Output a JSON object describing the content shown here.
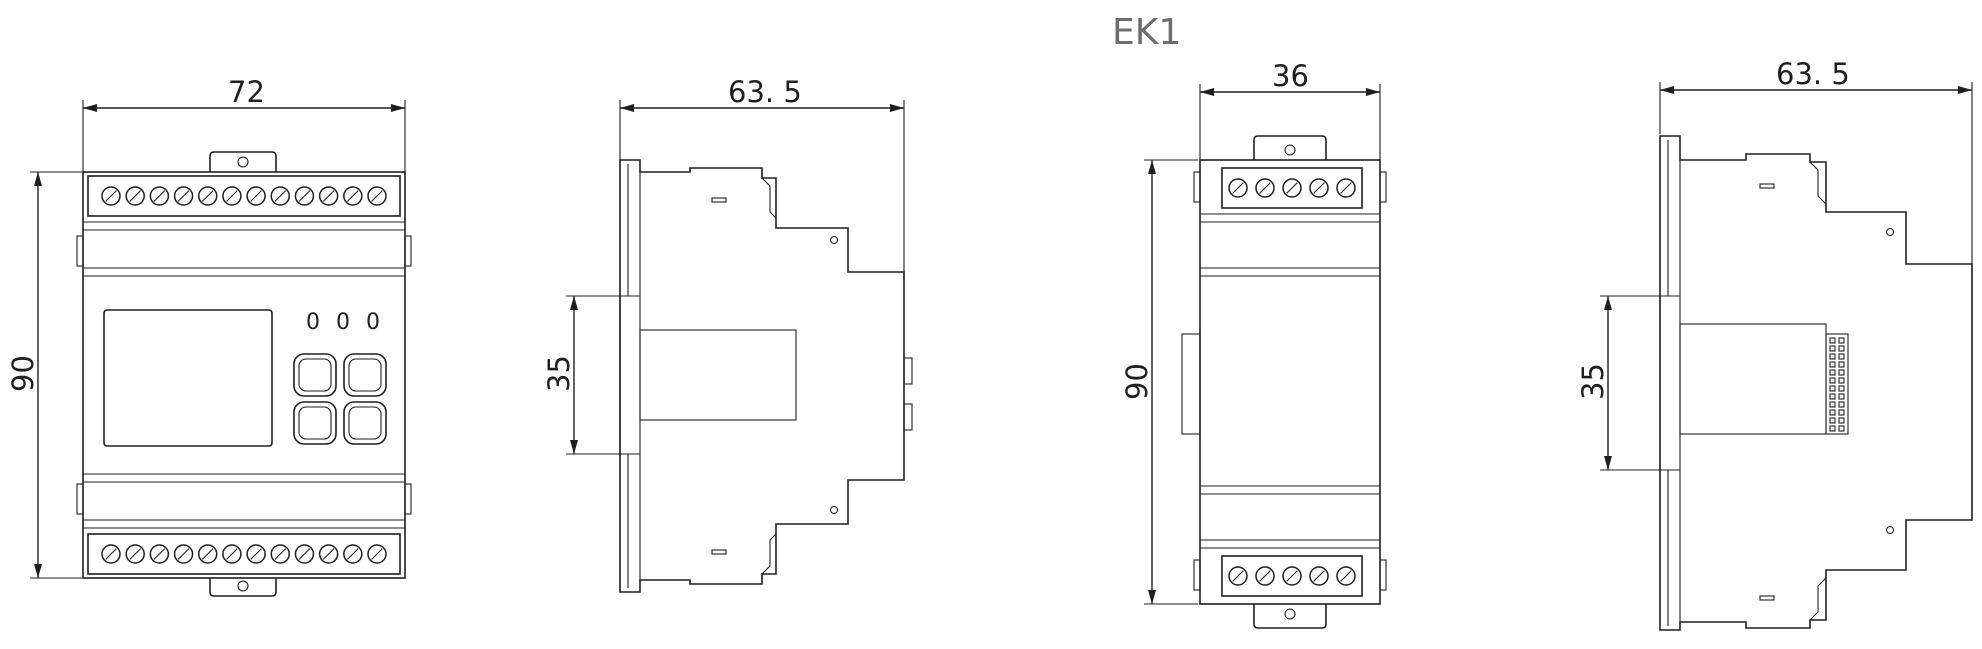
{
  "title": "EK1",
  "views": {
    "front_4mod": {
      "width_label": "72",
      "height_label": "90",
      "terminals_per_row": 12,
      "leds": [
        "0",
        "0",
        "0"
      ],
      "buttons": 4
    },
    "side_4mod": {
      "depth_label": "63. 5",
      "rail_label": "35"
    },
    "front_2mod": {
      "width_label": "36",
      "height_label": "90",
      "terminals_per_row": 5
    },
    "side_2mod": {
      "depth_label": "63. 5",
      "rail_label": "35"
    }
  },
  "colors": {
    "line": "#1f1f1f",
    "title": "#6e6e6e",
    "background": "#ffffff"
  }
}
